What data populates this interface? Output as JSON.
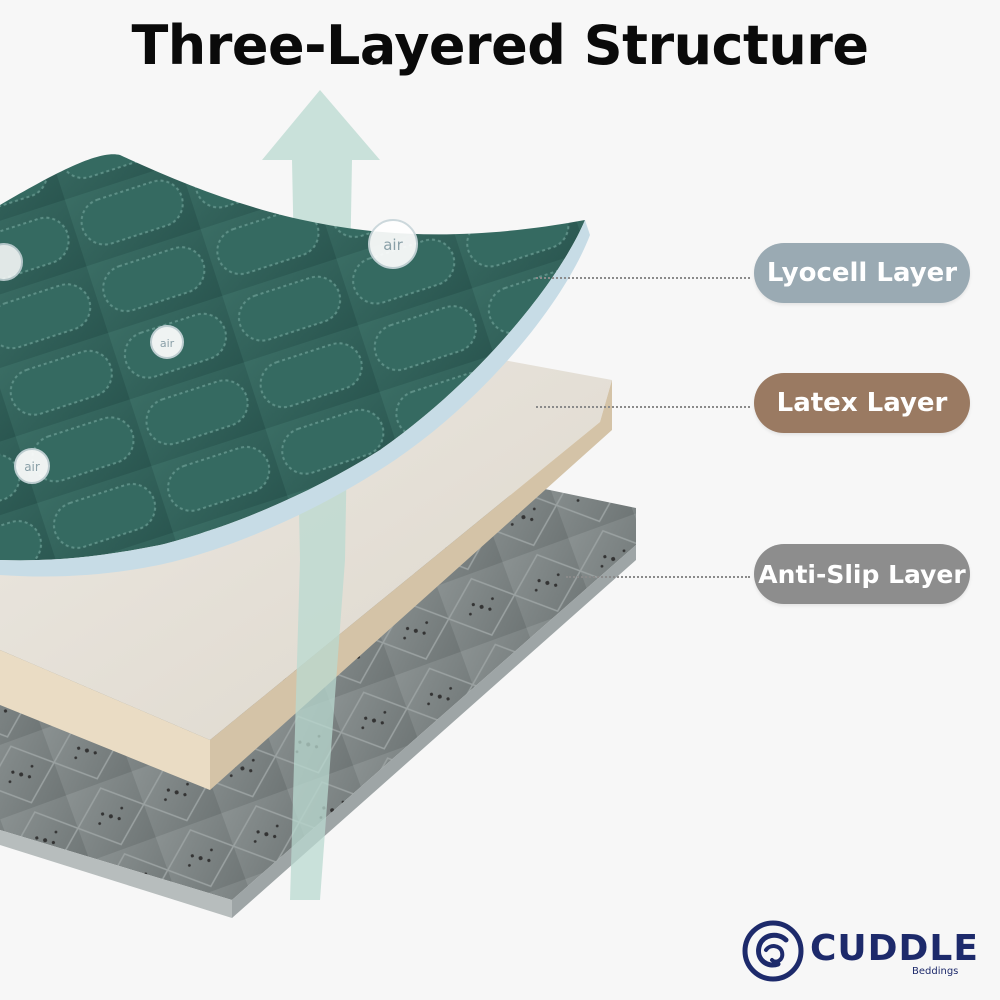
{
  "title": "Three-Layered Structure",
  "layers": [
    {
      "label": "Lyocell Layer",
      "color": "#9aaab3"
    },
    {
      "label": "Latex Layer",
      "color": "#9a7a62"
    },
    {
      "label": "Anti-Slip Layer",
      "color": "#8d8d8d"
    }
  ],
  "air_label": "air",
  "brand": {
    "name": "CUDDLE",
    "sub": "Beddings",
    "color": "#1d2a6b"
  },
  "colors": {
    "quilt_green": "#2e5f57",
    "quilt_green_light": "#3d7268",
    "latex_cream": "#e8e3da",
    "antislip_gray": "#7c8383",
    "arrow_mint": "#b9d9d0"
  }
}
